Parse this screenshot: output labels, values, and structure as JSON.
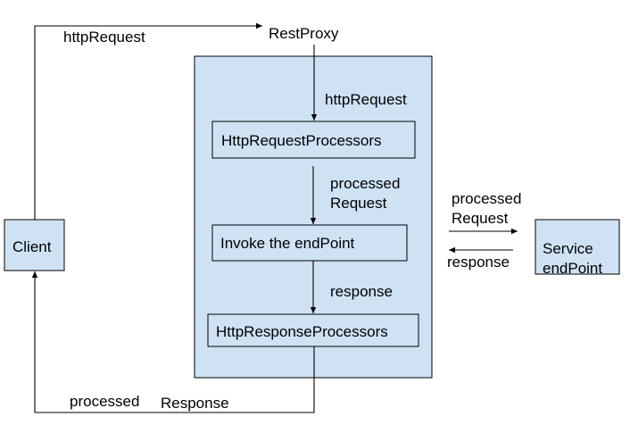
{
  "colors": {
    "box_fill": "#cfe2f3",
    "stroke": "#000000",
    "background": "#ffffff"
  },
  "nodes": {
    "client": "Client",
    "rest_proxy": "RestProxy",
    "request_processors": "HttpRequestProcessors",
    "invoke_endpoint": "Invoke the endPoint",
    "response_processors": "HttpResponseProcessors",
    "service_endpoint_line1": "Service",
    "service_endpoint_line2": "endPoint"
  },
  "edge_labels": {
    "client_to_proxy": "httpRequest",
    "proxy_to_request_processors": "httpRequest",
    "processed_request_line1": "processed",
    "processed_request_line2": "Request",
    "response_mid": "response",
    "to_service_line1": "processed",
    "to_service_line2": "Request",
    "from_service": "response",
    "return_word1": "processed",
    "return_word2": "Response"
  }
}
